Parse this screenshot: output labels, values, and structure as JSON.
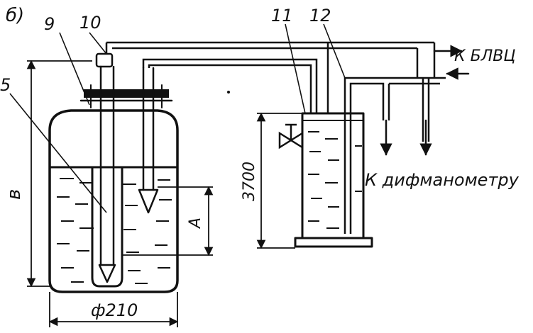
{
  "figure": {
    "panel_label": "б)",
    "callouts": {
      "c9": "9",
      "c10": "10",
      "c5": "5",
      "c11": "11",
      "c12": "12"
    },
    "dimensions": {
      "height_b": "в",
      "level_a": "А",
      "diameter": "ф210",
      "column_height": "3700"
    },
    "annotations": {
      "to_device": "К БЛВЦ",
      "to_manometer": "К дифманометру"
    }
  }
}
